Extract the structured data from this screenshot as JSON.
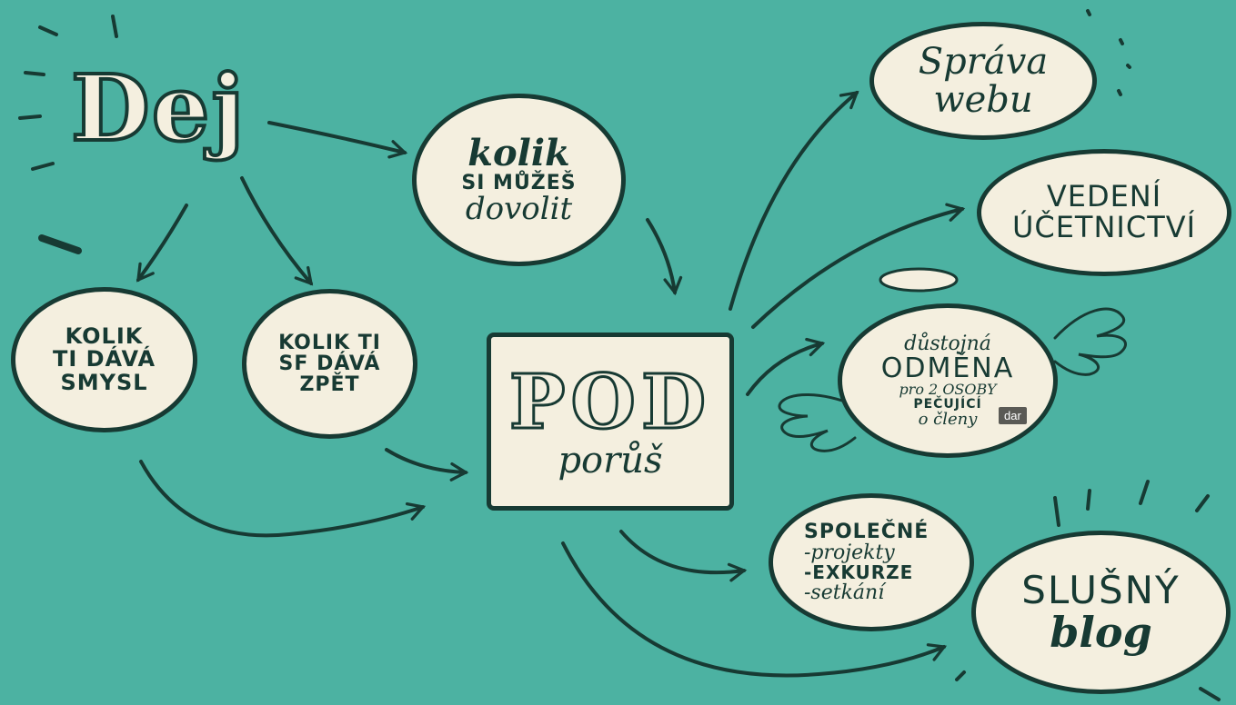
{
  "title": "Dej",
  "nodes": {
    "kolik_dovolit": [
      "kolik",
      "SI MŮŽEŠ",
      "dovolit"
    ],
    "kolik_smysl": [
      "KOLIK",
      "TI DÁVÁ",
      "SMYSL"
    ],
    "kolik_zpet": [
      "KOLIK TI",
      "SF DÁVÁ",
      "ZPĚT"
    ],
    "center": {
      "big": "POD",
      "small": "porůš"
    },
    "sprava_webu": [
      "Správa",
      "webu"
    ],
    "vedeni_ucetnictvi": [
      "VEDENÍ",
      "ÚČETNICTVÍ"
    ],
    "odmena": [
      "důstojná",
      "ODMĚNA",
      "pro 2 OSOBY",
      "PEČUJÍCÍ",
      "o členy"
    ],
    "spolecne": [
      "SPOLEČNÉ",
      "-projekty",
      "-EXKURZE",
      "-setkání"
    ],
    "slusny_blog": [
      "SLUŠNÝ",
      "blog"
    ]
  },
  "tooltip": "dar",
  "colors": {
    "background": "#4cb2a2",
    "ink": "#173a33",
    "paper": "#f4efdf"
  }
}
